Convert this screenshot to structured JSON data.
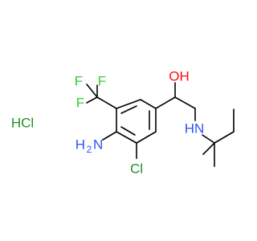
{
  "molecule": {
    "salt_label": "HCl",
    "atoms": {
      "fluorine_top_left": "F",
      "fluorine_top_right": "F",
      "fluorine_left": "F",
      "hydroxyl": "OH",
      "amine_nh": "HN",
      "amino_h": "H",
      "amino_sub": "2",
      "amino_n": "N",
      "chlorine": "Cl"
    },
    "colors": {
      "bond": "#000000",
      "fluorine": "#33cc33",
      "chlorine": "#1f8f1f",
      "oxygen": "#ff0d0d",
      "nitrogen": "#3050f8",
      "salt": "#1f8f1f"
    }
  }
}
